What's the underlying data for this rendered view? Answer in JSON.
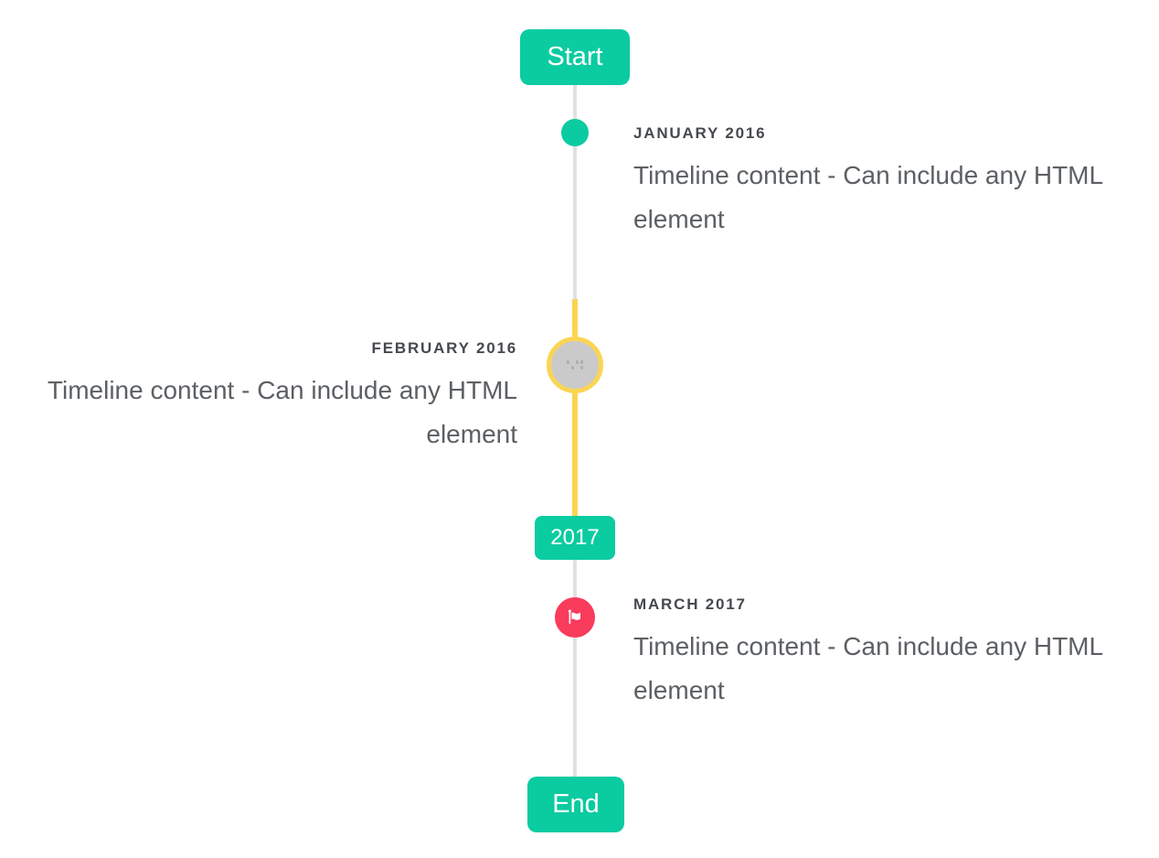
{
  "colors": {
    "accent_teal": "#0bcba1",
    "accent_yellow": "#fad553",
    "accent_red": "#f93b5c",
    "line_gray": "#e0e0e0",
    "marker_gray": "#cacaca",
    "heading_text": "#45494e",
    "body_text": "#5c6064",
    "background": "#ffffff"
  },
  "timeline": {
    "start_label": "Start",
    "year_label": "2017",
    "end_label": "End",
    "events": [
      {
        "heading": "JANUARY 2016",
        "content": "Timeline content - Can include any HTML element",
        "side": "right",
        "marker": "teal-dot"
      },
      {
        "heading": "FEBRUARY 2016",
        "content": "Timeline content - Can include any HTML element",
        "side": "left",
        "marker": "image-placeholder-with-yellow-ring"
      },
      {
        "heading": "MARCH 2017",
        "content": "Timeline content - Can include any HTML element",
        "side": "right",
        "marker": "red-flag"
      }
    ]
  },
  "icons": {
    "flag": "flag-icon",
    "broken_image": "broken-image-icon"
  }
}
